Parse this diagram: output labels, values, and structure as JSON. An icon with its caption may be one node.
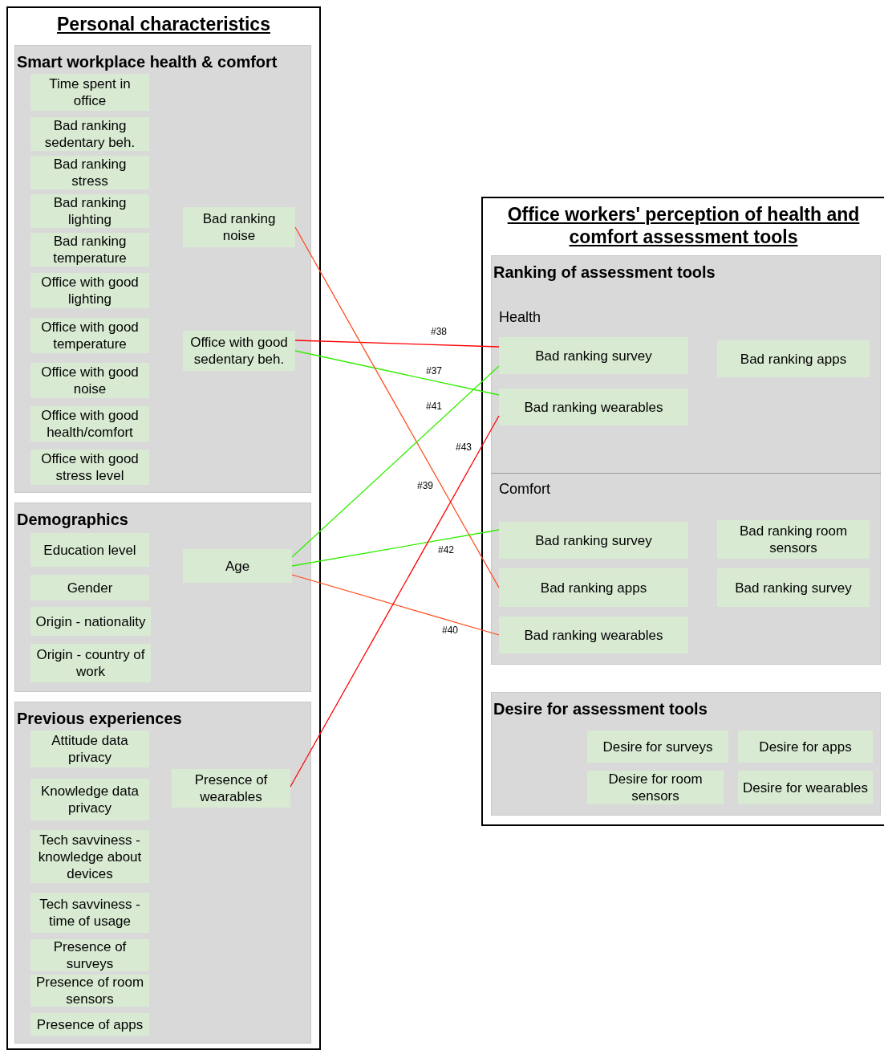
{
  "diagram": {
    "nodes": [
      {
        "text": [
          "Personal characteristics"
        ]
      },
      {
        "text": [
          "Smart workplace health & comfort"
        ],
        "in": 0
      },
      {
        "text": [
          "Time spent in office"
        ],
        "in": 1
      },
      {
        "text": [
          "Bad ranking sedentary beh."
        ],
        "in": 1
      },
      {
        "text": [
          "Bad ranking stress"
        ],
        "in": 1
      },
      {
        "text": [
          "Bad ranking lighting"
        ],
        "in": 1
      },
      {
        "text": [
          "Bad ranking temperature"
        ],
        "in": 1
      },
      {
        "text": [
          "Office with good lighting"
        ],
        "in": 1
      },
      {
        "text": [
          "Office with good temperature"
        ],
        "in": 1
      },
      {
        "text": [
          "Office with good noise"
        ],
        "in": 1
      },
      {
        "text": [
          "Office with good health/comfort"
        ],
        "in": 1
      },
      {
        "text": [
          "Office with good stress level"
        ],
        "in": 1
      },
      {
        "text": [
          "Bad ranking noise"
        ],
        "in": 1
      },
      {
        "text": [
          "Office with good sedentary beh."
        ],
        "in": 1
      },
      {
        "text": [
          "Demographics"
        ],
        "in": 0
      },
      {
        "text": [
          "Education level"
        ],
        "in": 14
      },
      {
        "text": [
          "Gender"
        ],
        "in": 14
      },
      {
        "text": [
          "Origin - nationality"
        ],
        "in": 14
      },
      {
        "text": [
          "Origin - country of work"
        ],
        "in": 14
      },
      {
        "text": [
          "Age"
        ],
        "in": 14
      },
      {
        "text": [
          "Previous experiences"
        ],
        "in": 0
      },
      {
        "text": [
          "Attitude data privacy"
        ],
        "in": 20
      },
      {
        "text": [
          "Knowledge data privacy"
        ],
        "in": 20
      },
      {
        "text": [
          "Tech savviness - knowledge about devices"
        ],
        "in": 20
      },
      {
        "text": [
          "Tech savviness - time of usage"
        ],
        "in": 20
      },
      {
        "text": [
          "Presence of surveys"
        ],
        "in": 20
      },
      {
        "text": [
          "Presence of room sensors"
        ],
        "in": 20
      },
      {
        "text": [
          "Presence of apps"
        ],
        "in": 20
      },
      {
        "text": [
          "Presence of wearables"
        ],
        "in": 20
      },
      {
        "text": [
          "Office workers' perception of health and comfort assessment tools"
        ]
      },
      {
        "text": [
          "Ranking of assessment tools"
        ],
        "in": 29
      },
      {
        "text": [
          "Health"
        ],
        "in": 30
      },
      {
        "text": [
          "Bad ranking survey"
        ],
        "in": 31
      },
      {
        "text": [
          "Bad ranking apps"
        ],
        "in": 31
      },
      {
        "text": [
          "Bad ranking wearables"
        ],
        "in": 31
      },
      {
        "text": [
          "Comfort"
        ],
        "in": 30
      },
      {
        "text": [
          "Bad ranking survey"
        ],
        "in": 35
      },
      {
        "text": [
          "Bad ranking room sensors"
        ],
        "in": 35
      },
      {
        "text": [
          "Bad ranking apps"
        ],
        "in": 35
      },
      {
        "text": [
          "Bad ranking survey"
        ],
        "in": 35
      },
      {
        "text": [
          "Bad ranking wearables"
        ],
        "in": 35
      },
      {
        "text": [
          "Desire for assessment tools"
        ],
        "in": 29
      },
      {
        "text": [
          "Desire for surveys"
        ],
        "in": 41
      },
      {
        "text": [
          "Desire for apps"
        ],
        "in": 41
      },
      {
        "text": [
          "Desire for room sensors"
        ],
        "in": 41
      },
      {
        "text": [
          "Desire for wearables"
        ],
        "in": 41
      }
    ],
    "edges": [
      {
        "from": 13,
        "to": 34,
        "arrow": "none",
        "label": "#37",
        "color": "#33ee00"
      },
      {
        "from": 13,
        "to": 32,
        "arrow": "none",
        "label": "#38",
        "color": "#ff0000"
      },
      {
        "from": 12,
        "to": 38,
        "arrow": "none",
        "label": "#39",
        "color": "#ff4a1a"
      },
      {
        "from": 19,
        "to": 40,
        "arrow": "none",
        "label": "#40",
        "color": "#ff4a1a"
      },
      {
        "from": 19,
        "to": 32,
        "arrow": "none",
        "label": "#41",
        "color": "#33ee00"
      },
      {
        "from": 19,
        "to": 36,
        "arrow": "none",
        "label": "#42",
        "color": "#33ee00"
      },
      {
        "from": 28,
        "to": 34,
        "arrow": "none",
        "label": "#43",
        "color": "#ff0000"
      }
    ]
  }
}
